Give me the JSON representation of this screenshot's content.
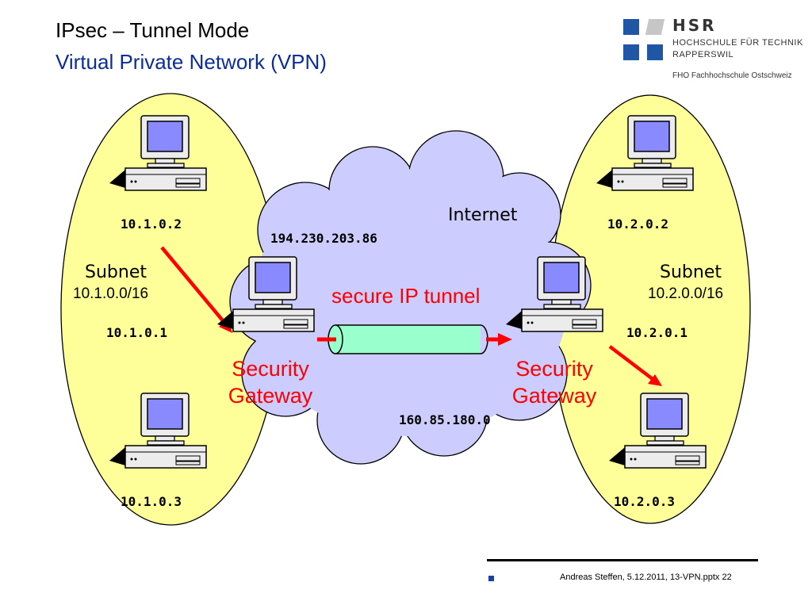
{
  "slide": {
    "title": "IPsec – Tunnel Mode",
    "subtitle": "Virtual Private Network  (VPN)"
  },
  "logo": {
    "name": "HSR",
    "line1": "HOCHSCHULE FÜR TECHNIK",
    "line2": "RAPPERSWIL",
    "line3": "FHO Fachhochschule Ostschweiz"
  },
  "diagram": {
    "cloud_label": "Internet",
    "tunnel_label": "secure IP tunnel",
    "gateway_label_line1": "Security",
    "gateway_label_line2": "Gateway",
    "left_subnet": {
      "label": "Subnet",
      "cidr": "10.1.0.0/16",
      "top_host": "10.1.0.2",
      "gateway_ip": "10.1.0.1",
      "bottom_host": "10.1.0.3",
      "public_ip": "194.230.203.86"
    },
    "right_subnet": {
      "label": "Subnet",
      "cidr": "10.2.0.0/16",
      "top_host": "10.2.0.2",
      "gateway_ip": "10.2.0.1",
      "bottom_host": "10.2.0.3",
      "public_ip": "160.85.180.0"
    },
    "colors": {
      "subnet_fill": "#ffff99",
      "cloud_fill": "#ccccff",
      "tunnel_fill": "#99ffcc",
      "arrow": "#ff0000",
      "monitor_screen": "#8080ff"
    }
  },
  "footer": {
    "text": "Andreas Steffen, 5.12.2011, 13-VPN.pptx 22"
  }
}
